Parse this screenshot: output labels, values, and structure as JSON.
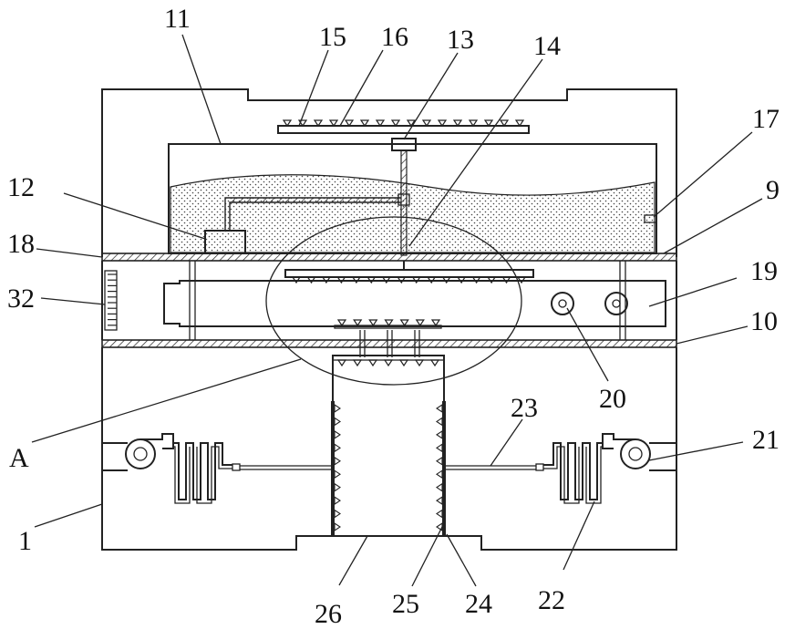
{
  "diagram": {
    "labels": {
      "l1": "1",
      "l9": "9",
      "l10": "10",
      "l11": "11",
      "l12": "12",
      "l13": "13",
      "l14": "14",
      "l15": "15",
      "l16": "16",
      "l17": "17",
      "l18": "18",
      "l19": "19",
      "l20": "20",
      "l21": "21",
      "l22": "22",
      "l23": "23",
      "l24": "24",
      "l25": "25",
      "l26": "26",
      "l32": "32",
      "lA": "A"
    }
  }
}
